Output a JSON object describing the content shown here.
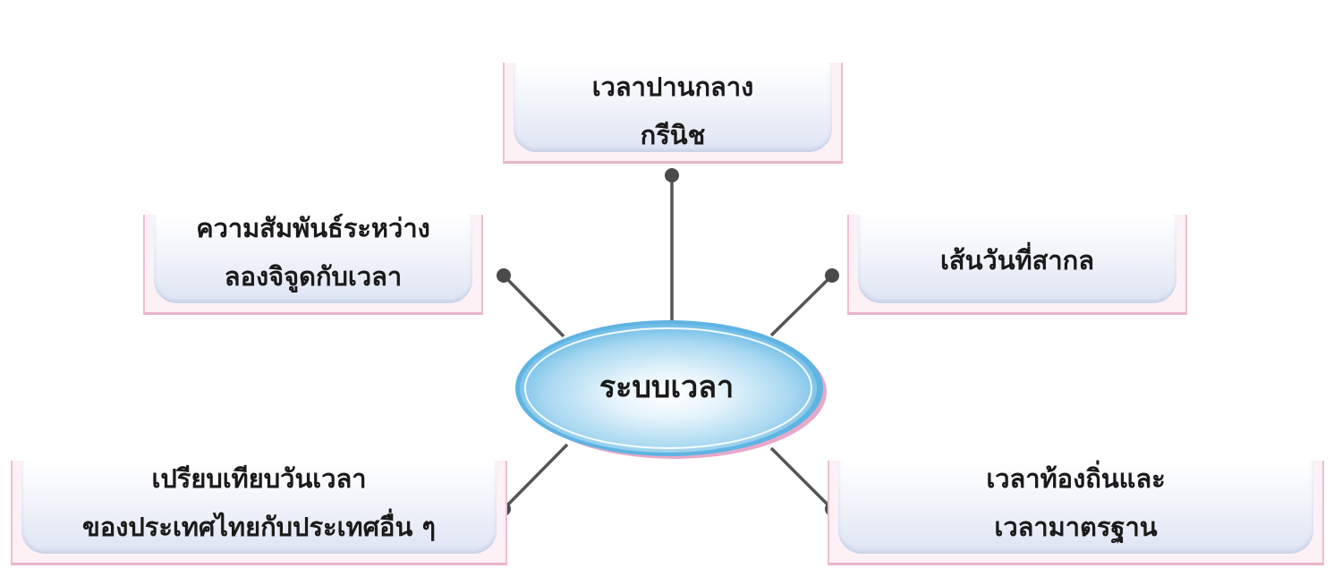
{
  "center": {
    "label": "ระบบเวลา"
  },
  "nodes": {
    "top": {
      "line1": "เวลาปานกลาง",
      "line2": "กรีนิช"
    },
    "upper_left": {
      "line1": "ความสัมพันธ์ระหว่าง",
      "line2": "ลองจิจูดกับเวลา"
    },
    "upper_right": {
      "line1": "เส้นวันที่สากล"
    },
    "lower_left": {
      "line1": "เปรียบเทียบวันเวลา",
      "line2": "ของประเทศไทยกับประเทศอื่น ๆ"
    },
    "lower_right": {
      "line1": "เวลาท้องถิ่นและ",
      "line2": "เวลามาตรฐาน"
    }
  },
  "colors": {
    "connector": "#555555",
    "box_border": "#eebfd3",
    "ellipse_fill": "#b9dff3",
    "ellipse_shadow": "#d98fb5"
  }
}
